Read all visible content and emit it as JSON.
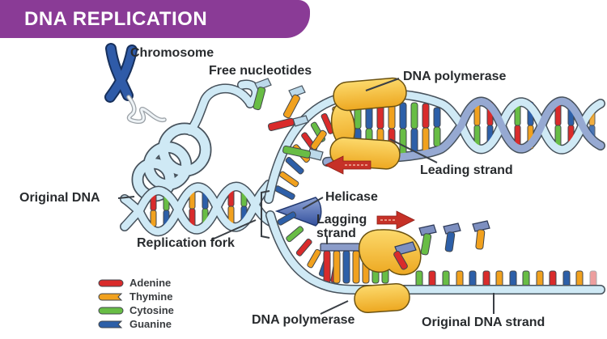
{
  "header": {
    "title": "DNA REPLICATION"
  },
  "labels": {
    "chromosome": "Chromosome",
    "free_nucleotides": "Free nucleotides",
    "dna_polymerase_top": "DNA polymerase",
    "leading_strand": "Leading strand",
    "helicase": "Helicase",
    "lagging_line1": "Lagging",
    "lagging_line2": "strand",
    "original_dna": "Original DNA",
    "replication_fork": "Replication fork",
    "dna_polymerase_bottom": "DNA polymerase",
    "original_dna_strand": "Original DNA strand"
  },
  "legend": {
    "items": [
      {
        "name": "Adenine",
        "color": "#d92b2b"
      },
      {
        "name": "Thymine",
        "color": "#f1a11e"
      },
      {
        "name": "Cytosine",
        "color": "#68bd45"
      },
      {
        "name": "Guanine",
        "color": "#2d5fa8"
      }
    ]
  },
  "colors": {
    "adenine": "#d92b2b",
    "thymine": "#f1a11e",
    "cytosine": "#68bd45",
    "guanine": "#2d5fa8",
    "backbone_light": "#cfe9f5",
    "backbone_dark": "#96a9d2",
    "polymerase": "#f5b844",
    "helicase": "#5570b8",
    "primer": "#8b9cc9",
    "arrow_red": "#c63127",
    "header_purple": "#8a3b96",
    "chromosome_blue": "#2f5ba8"
  }
}
